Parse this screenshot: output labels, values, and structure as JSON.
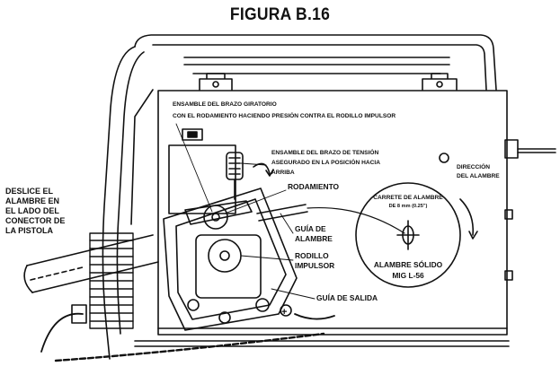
{
  "figure": {
    "title": "FIGURA B.16"
  },
  "labels": {
    "swing_arm_line1": "ENSAMBLE DEL BRAZO GIRATORIO",
    "swing_arm_line2": "CON EL RODAMIENTO HACIENDO PRESIÓN CONTRA EL RODILLO IMPULSOR",
    "tension_arm_line1": "ENSAMBLE DEL BRAZO DE TENSIÓN",
    "tension_arm_line2": "ASEGURADO EN LA POSICIÓN HACIA",
    "tension_arm_line3": "ARRIBA",
    "bearing": "RODAMIENTO",
    "wire_guide_line1": "GUÍA DE",
    "wire_guide_line2": "ALAMBRE",
    "drive_roll_line1": "RODILLO",
    "drive_roll_line2": "IMPULSOR",
    "outlet_guide": "GUÍA DE SALIDA",
    "slide_wire_line1": "DESLICE EL",
    "slide_wire_line2": "ALAMBRE EN",
    "slide_wire_line3": "EL LADO DEL",
    "slide_wire_line4": "CONECTOR DE",
    "slide_wire_line5": "LA PISTOLA",
    "spool_line1": "CARRETE DE ALAMBRE",
    "spool_line2": "DE 8 mm (0.25\")",
    "solid_wire_line1": "ALAMBRE SÓLIDO",
    "solid_wire_line2": "MIG L-56",
    "direction_line1": "DIRECCIÓN",
    "direction_line2": "DEL ALAMBRE"
  },
  "colors": {
    "ink": "#111111",
    "paper": "#ffffff",
    "shade": "#e6e6e6"
  }
}
